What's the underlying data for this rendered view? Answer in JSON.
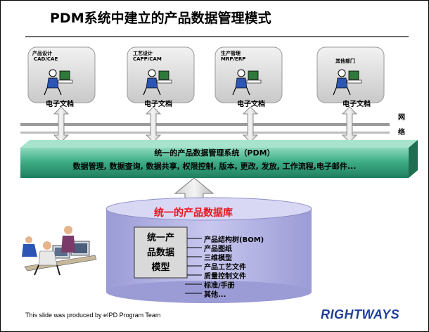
{
  "title": "PDM系统中建立的产品数据管理模式",
  "departments": [
    {
      "line1": "产品设计",
      "line2": "CAD/CAE",
      "doc": "电子文档"
    },
    {
      "line1": "工艺设计",
      "line2": "CAPP/CAM",
      "doc": "电子文档"
    },
    {
      "line1": "生产管理",
      "line2": "MRP/ERP",
      "doc": "电子文档"
    },
    {
      "line1": "其他部门",
      "line2": "",
      "doc": "电子文档"
    }
  ],
  "network_label": [
    "网",
    "络"
  ],
  "pdm_system": {
    "title": "统一的产品数据管理系统（PDM）",
    "functions": "数据管理, 数据查询, 数据共享, 权限控制, 版本, 更改, 发放, 工作流程,电子邮件..."
  },
  "database": {
    "title": "统一的产品数据库",
    "model_lines": [
      "统一产",
      "品数据",
      "模型"
    ],
    "items": [
      "产品结构树(BOM)",
      "产品图纸",
      "三维模型",
      "产品工艺文件",
      "质量控制文件",
      "标准/手册",
      "其他..."
    ]
  },
  "footer": "This slide was produced by eIPD Program Team",
  "brand": "RIGHTWAYS",
  "colors": {
    "band": "#2f9b78",
    "band_light": "#8fd8bd",
    "cylinder": "#b3b3e6",
    "db_title": "#e8141b",
    "brand": "#1f3f96"
  }
}
